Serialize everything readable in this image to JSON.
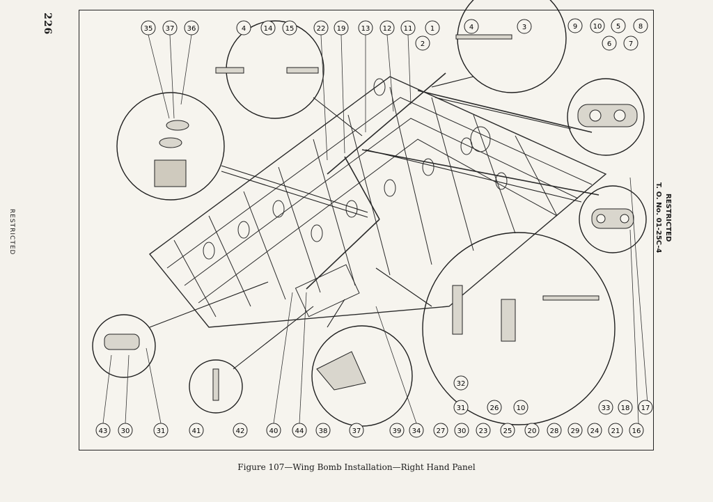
{
  "page_number": "226",
  "left_margin_label": "RESTRICTED",
  "right_header": {
    "line1": "RESTRICTED",
    "line2": "T. O. No. 01-25C-4"
  },
  "caption": "Figure 107—Wing Bomb Installation—Right Hand Panel",
  "callouts": {
    "top": [
      "35",
      "37",
      "36",
      "4",
      "14",
      "15",
      "22",
      "19",
      "13",
      "12",
      "11",
      "1",
      "2",
      "4",
      "3",
      "9",
      "10",
      "5",
      "8",
      "6",
      "7"
    ],
    "bottom": [
      "43",
      "30",
      "31",
      "41",
      "42",
      "40",
      "44",
      "38",
      "37",
      "39",
      "34",
      "27",
      "30",
      "23",
      "25",
      "20",
      "28",
      "29",
      "24",
      "21",
      "16"
    ],
    "inner": [
      "32",
      "31",
      "26",
      "10",
      "33",
      "18",
      "17"
    ]
  }
}
